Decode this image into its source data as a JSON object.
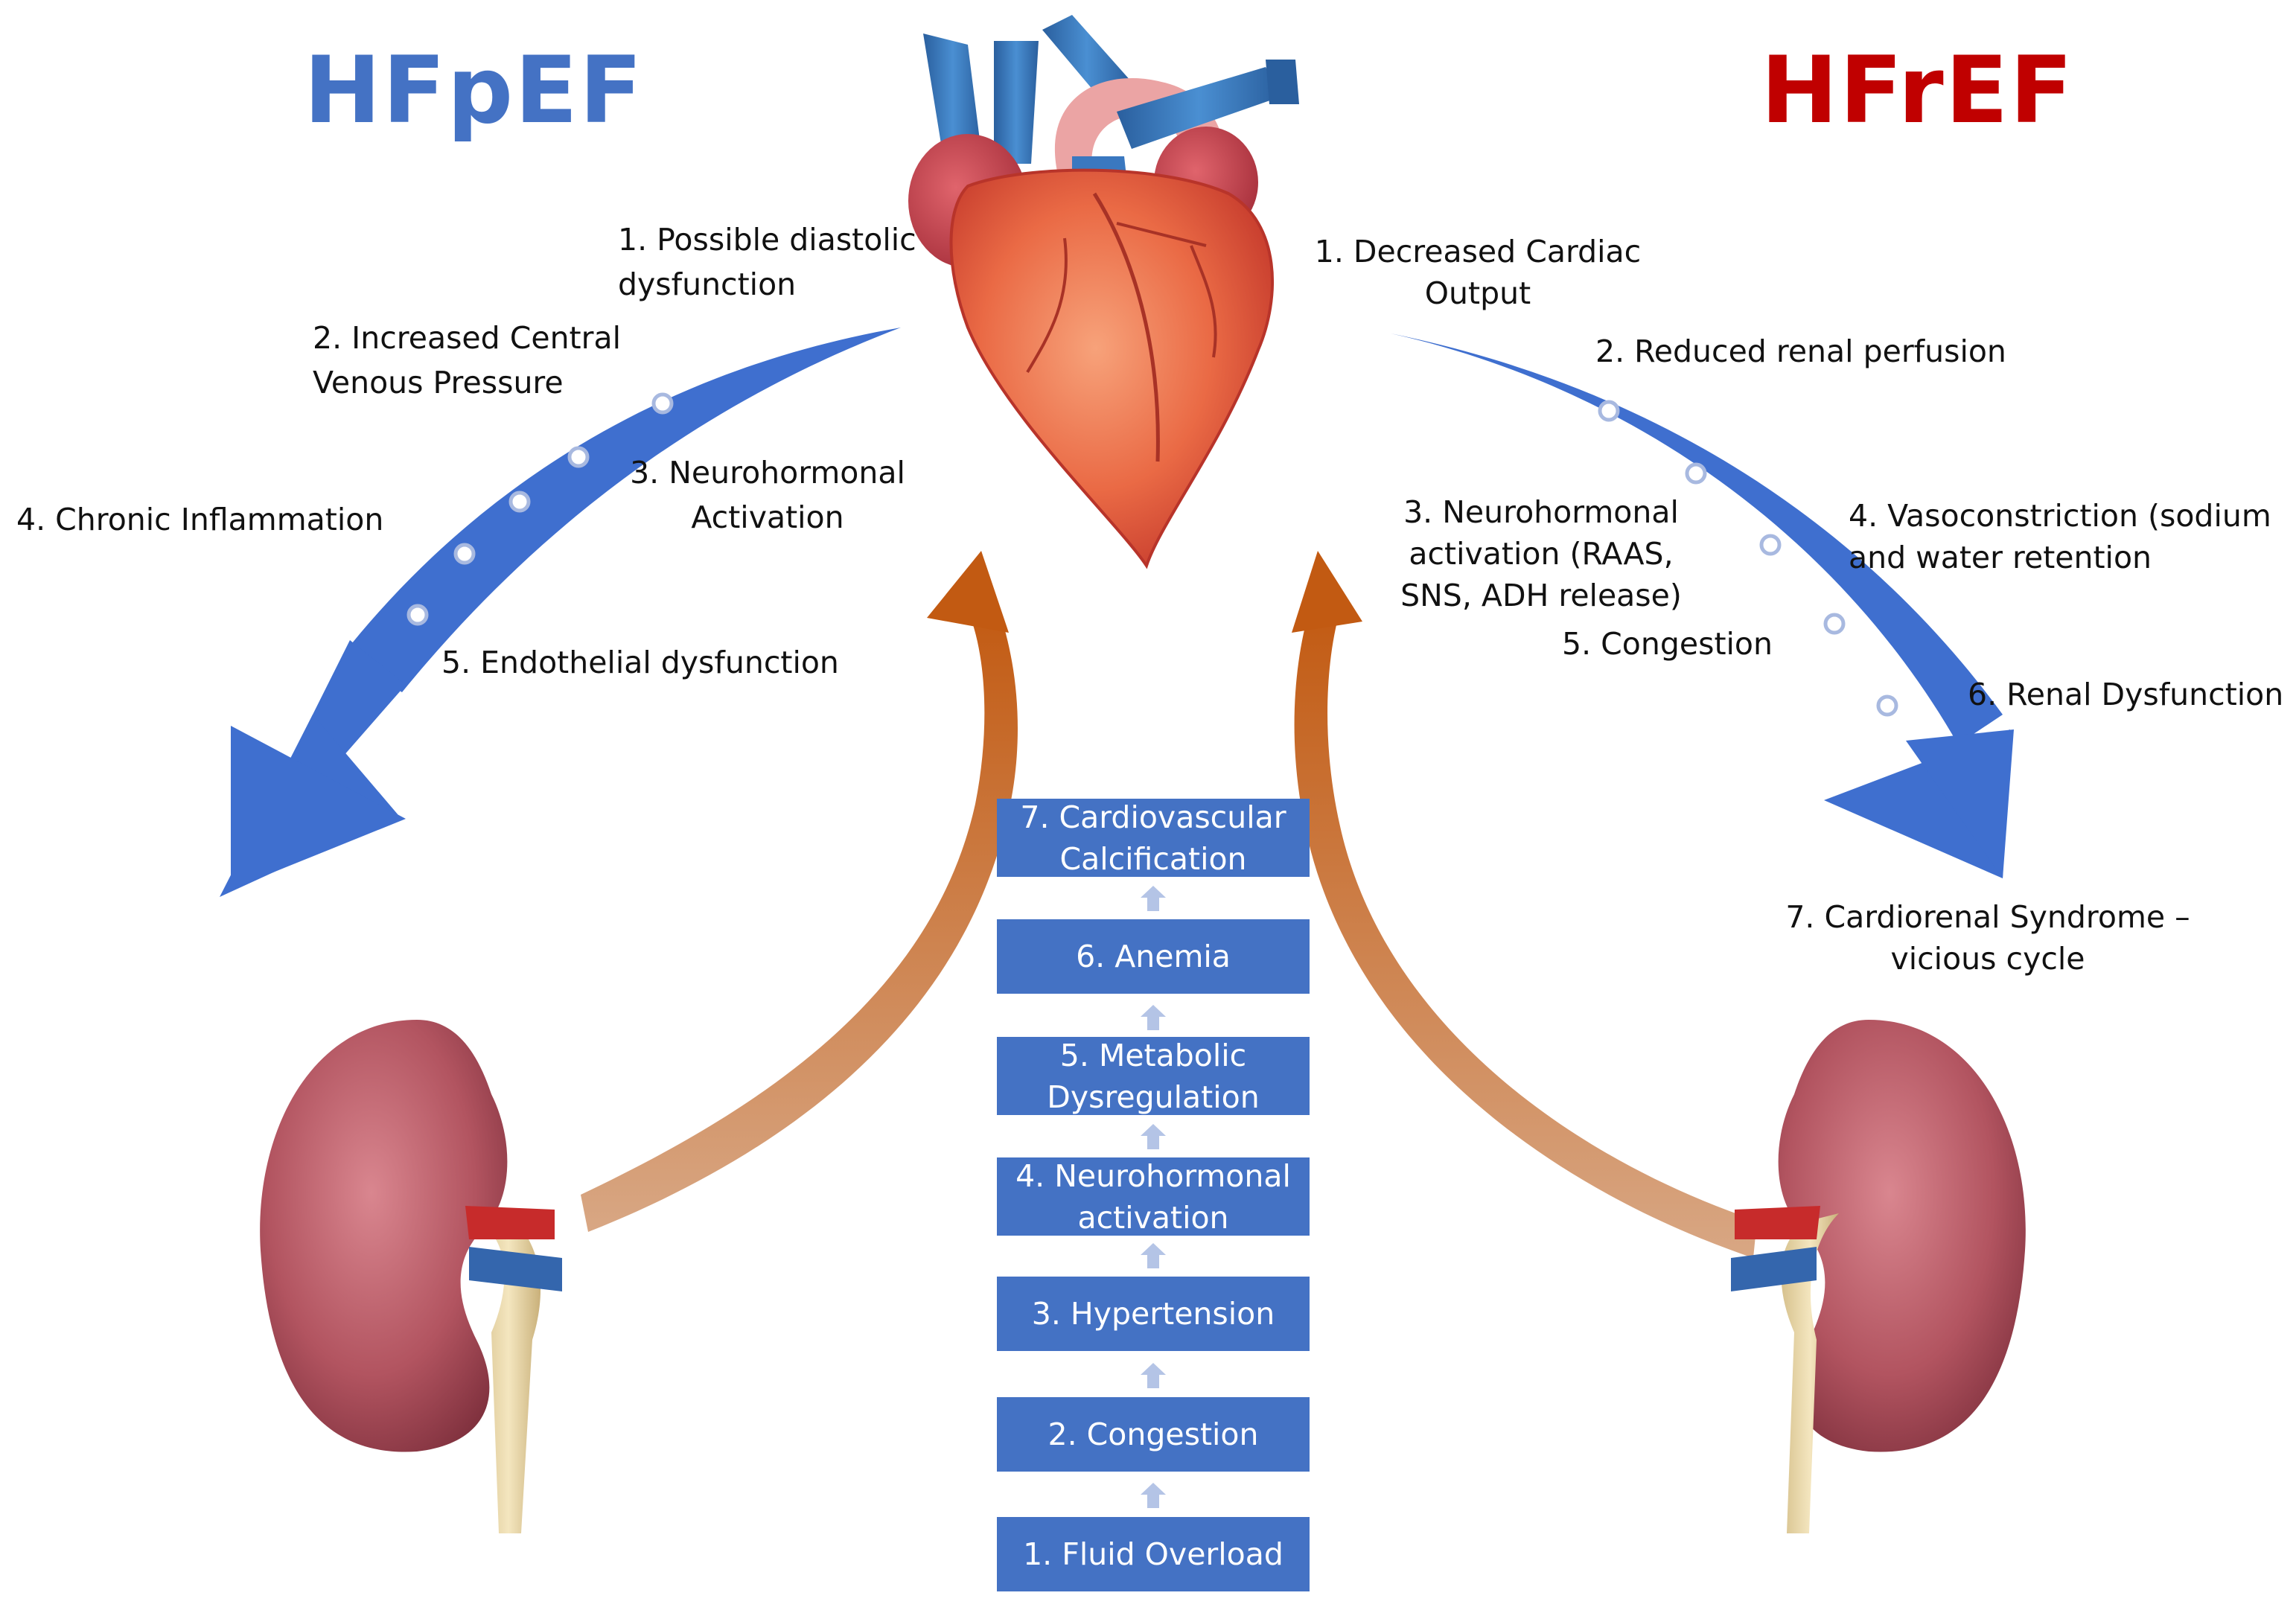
{
  "colors": {
    "hfpef_title": "#4472c4",
    "hfref_title": "#c00000",
    "blue_arrow": "#3f6fcf",
    "orange_arrow": "#c8661e",
    "box_fill": "#4472c4",
    "box_text": "#ffffff",
    "small_arrow": "#b4c4e6"
  },
  "hfpef": {
    "title": "HFpEF",
    "steps": [
      "1. Possible diastolic dysfunction",
      "2. Increased Central Venous Pressure",
      "3. Neurohormonal Activation",
      "4. Chronic Inflammation",
      "5. Endothelial dysfunction"
    ]
  },
  "hfref": {
    "title": "HFrEF",
    "steps": [
      "1. Decreased Cardiac Output",
      "2. Reduced renal perfusion",
      "3. Neurohormonal activation (RAAS, SNS, ADH release)",
      "4. Vasoconstriction (sodium and water retention",
      "5. Congestion",
      "6. Renal Dysfunction",
      "7. Cardiorenal Syndrome – vicious cycle"
    ]
  },
  "kidney_to_heart": {
    "steps": [
      "1. Fluid Overload",
      "2. Congestion",
      "3. Hypertension",
      "4. Neurohormonal activation",
      "5. Metabolic Dysregulation",
      "6. Anemia",
      "7. Cardiovascular Calcification"
    ]
  },
  "icons": {
    "heart": "heart-illustration-icon",
    "left_kidney": "kidney-illustration-icon",
    "right_kidney": "kidney-illustration-icon"
  }
}
